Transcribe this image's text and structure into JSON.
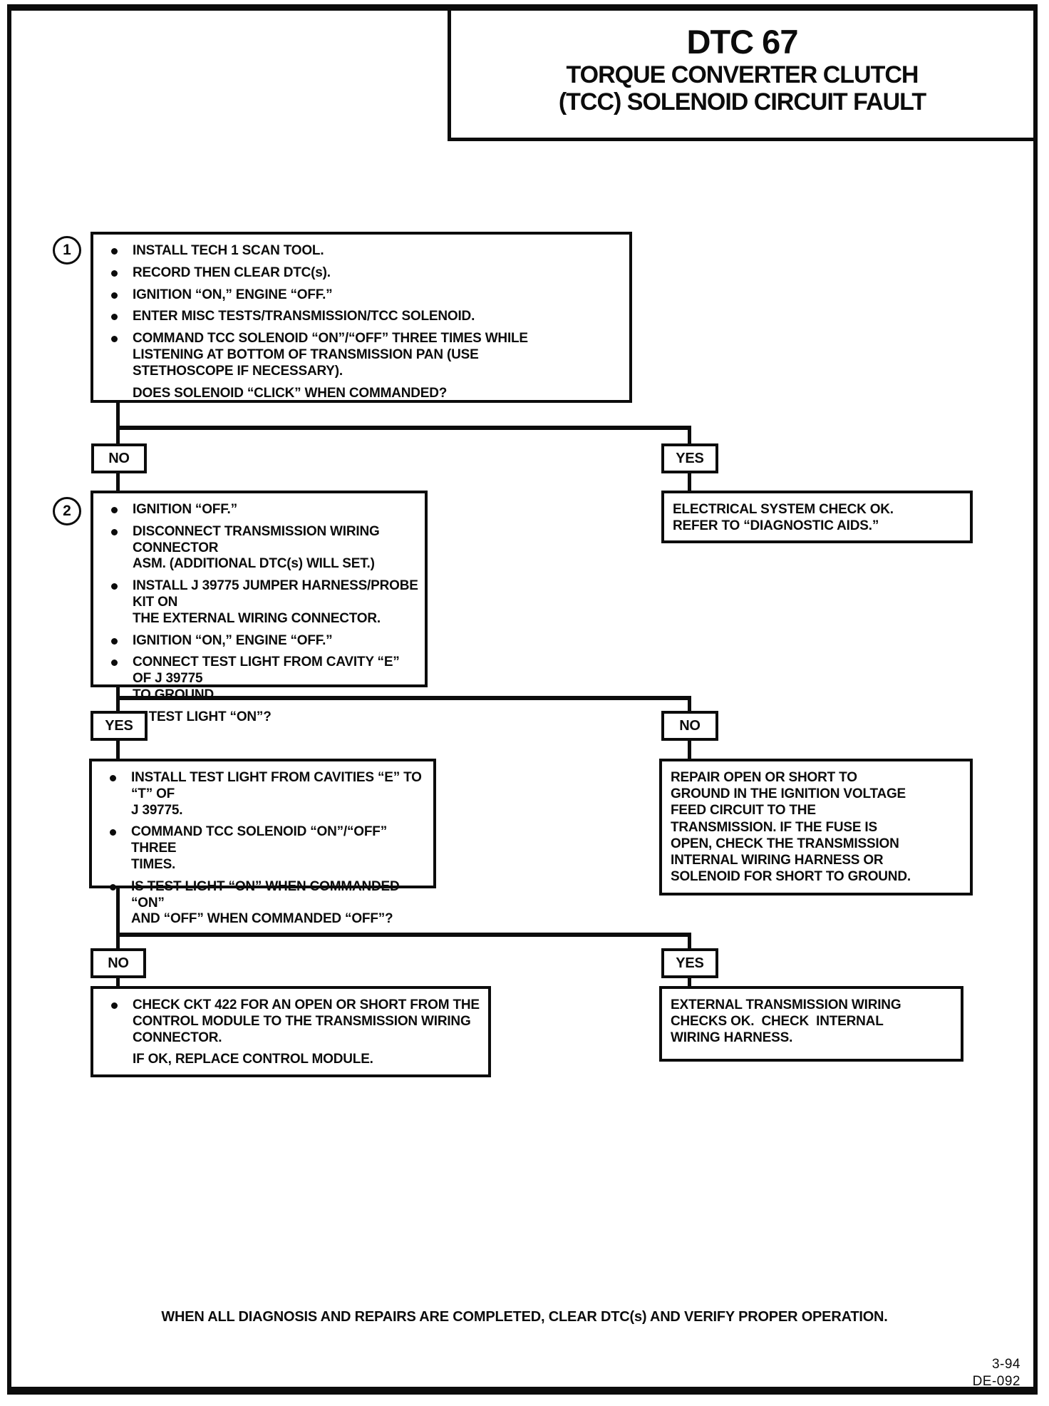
{
  "colors": {
    "ink": "#0c0c0c",
    "paper": "#ffffff"
  },
  "title": {
    "code": "DTC 67",
    "name_line1": "TORQUE CONVERTER CLUTCH",
    "name_line2": "(TCC) SOLENOID CIRCUIT FAULT"
  },
  "step1": {
    "number": "1",
    "bullets": [
      "INSTALL TECH 1 SCAN TOOL.",
      "RECORD THEN CLEAR DTC(s).",
      "IGNITION “ON,” ENGINE “OFF.”",
      "ENTER MISC TESTS/TRANSMISSION/TCC SOLENOID.",
      "COMMAND TCC SOLENOID “ON”/“OFF” THREE TIMES WHILE\nLISTENING AT BOTTOM OF TRANSMISSION PAN (USE\nSTETHOSCOPE IF NECESSARY)."
    ],
    "question": "DOES SOLENOID “CLICK” WHEN COMMANDED?"
  },
  "branch1": {
    "left_label": "NO",
    "right_label": "YES"
  },
  "result_electrical": "ELECTRICAL SYSTEM CHECK OK.\nREFER TO “DIAGNOSTIC AIDS.”",
  "step2": {
    "number": "2",
    "bullets": [
      "IGNITION “OFF.”",
      "DISCONNECT TRANSMISSION WIRING CONNECTOR\nASM. (ADDITIONAL DTC(s) WILL SET.)",
      "INSTALL J 39775 JUMPER HARNESS/PROBE KIT ON\nTHE EXTERNAL WIRING CONNECTOR.",
      "IGNITION “ON,” ENGINE “OFF.”",
      "CONNECT TEST LIGHT FROM CAVITY “E” OF J 39775\nTO GROUND."
    ],
    "question": "IS TEST LIGHT “ON”?"
  },
  "branch2": {
    "left_label": "YES",
    "right_label": "NO"
  },
  "result_repair": "REPAIR OPEN OR SHORT TO\nGROUND IN THE IGNITION VOLTAGE\nFEED CIRCUIT TO THE\nTRANSMISSION. IF THE FUSE IS\nOPEN, CHECK THE TRANSMISSION\nINTERNAL WIRING HARNESS OR\nSOLENOID FOR SHORT TO GROUND.",
  "step3": {
    "bullets": [
      "INSTALL TEST LIGHT FROM CAVITIES “E” TO “T” OF\nJ 39775.",
      "COMMAND TCC SOLENOID “ON”/“OFF” THREE\nTIMES.",
      "IS TEST LIGHT “ON” WHEN COMMANDED “ON”\nAND “OFF” WHEN COMMANDED “OFF”?"
    ]
  },
  "branch3": {
    "left_label": "NO",
    "right_label": "YES"
  },
  "step4": {
    "bullets": [
      "CHECK CKT 422 FOR AN OPEN OR SHORT FROM THE\nCONTROL MODULE TO THE TRANSMISSION WIRING\nCONNECTOR."
    ],
    "question": "IF OK, REPLACE CONTROL MODULE."
  },
  "result_external": "EXTERNAL TRANSMISSION WIRING\nCHECKS OK.  CHECK  INTERNAL\nWIRING HARNESS.",
  "footer": {
    "note": "WHEN ALL DIAGNOSIS AND REPAIRS ARE COMPLETED, CLEAR DTC(s) AND VERIFY PROPER OPERATION.",
    "page_ref": "3-94",
    "doc_ref": "DE-092"
  }
}
